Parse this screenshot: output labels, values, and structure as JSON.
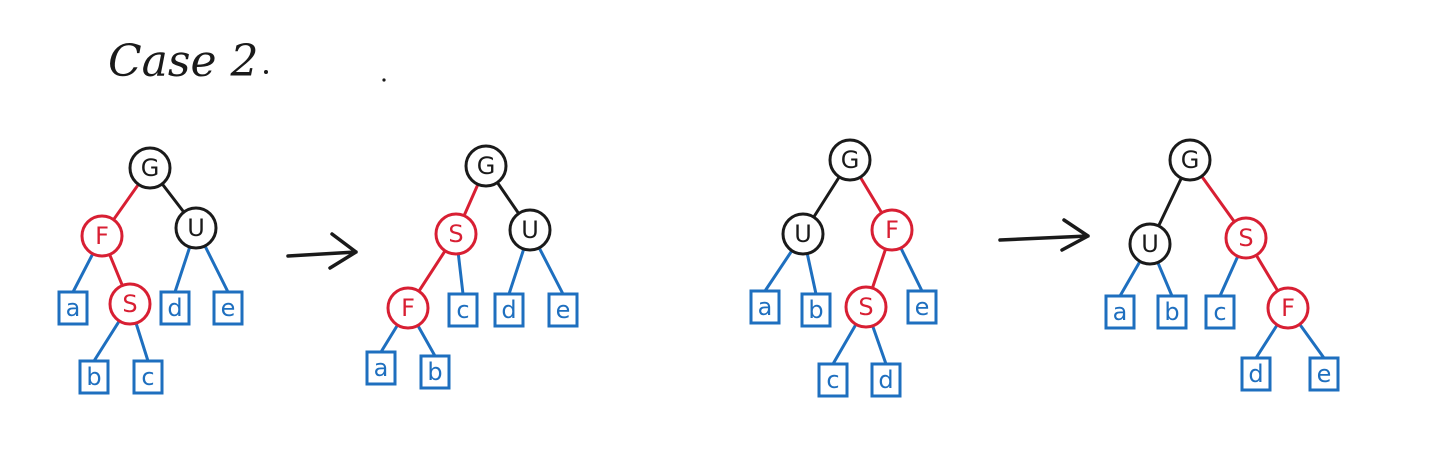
{
  "title": "Case 2",
  "colors": {
    "black": "#1a1a1a",
    "red": "#d81f33",
    "blue": "#1e6fbf"
  },
  "trees": [
    {
      "id": "tree1",
      "nodes": [
        {
          "id": "G",
          "label": "G",
          "color": "black",
          "kind": "circle"
        },
        {
          "id": "F",
          "label": "F",
          "color": "red",
          "kind": "circle"
        },
        {
          "id": "U",
          "label": "U",
          "color": "black",
          "kind": "circle"
        },
        {
          "id": "S",
          "label": "S",
          "color": "red",
          "kind": "circle"
        },
        {
          "id": "a",
          "label": "a",
          "color": "blue",
          "kind": "leaf"
        },
        {
          "id": "b",
          "label": "b",
          "color": "blue",
          "kind": "leaf"
        },
        {
          "id": "c",
          "label": "c",
          "color": "blue",
          "kind": "leaf"
        },
        {
          "id": "d",
          "label": "d",
          "color": "blue",
          "kind": "leaf"
        },
        {
          "id": "e",
          "label": "e",
          "color": "blue",
          "kind": "leaf"
        }
      ],
      "edges": [
        [
          "G",
          "F"
        ],
        [
          "G",
          "U"
        ],
        [
          "F",
          "a"
        ],
        [
          "F",
          "S"
        ],
        [
          "S",
          "b"
        ],
        [
          "S",
          "c"
        ],
        [
          "U",
          "d"
        ],
        [
          "U",
          "e"
        ]
      ]
    },
    {
      "id": "tree2",
      "nodes": [
        {
          "id": "G",
          "label": "G",
          "color": "black",
          "kind": "circle"
        },
        {
          "id": "S",
          "label": "S",
          "color": "red",
          "kind": "circle"
        },
        {
          "id": "U",
          "label": "U",
          "color": "black",
          "kind": "circle"
        },
        {
          "id": "F",
          "label": "F",
          "color": "red",
          "kind": "circle"
        },
        {
          "id": "c",
          "label": "c",
          "color": "blue",
          "kind": "leaf"
        },
        {
          "id": "d",
          "label": "d",
          "color": "blue",
          "kind": "leaf"
        },
        {
          "id": "e",
          "label": "e",
          "color": "blue",
          "kind": "leaf"
        },
        {
          "id": "a",
          "label": "a",
          "color": "blue",
          "kind": "leaf"
        },
        {
          "id": "b",
          "label": "b",
          "color": "blue",
          "kind": "leaf"
        }
      ],
      "edges": [
        [
          "G",
          "S"
        ],
        [
          "G",
          "U"
        ],
        [
          "S",
          "F"
        ],
        [
          "S",
          "c"
        ],
        [
          "F",
          "a"
        ],
        [
          "F",
          "b"
        ],
        [
          "U",
          "d"
        ],
        [
          "U",
          "e"
        ]
      ]
    },
    {
      "id": "tree3",
      "nodes": [
        {
          "id": "G",
          "label": "G",
          "color": "black",
          "kind": "circle"
        },
        {
          "id": "U",
          "label": "U",
          "color": "black",
          "kind": "circle"
        },
        {
          "id": "F",
          "label": "F",
          "color": "red",
          "kind": "circle"
        },
        {
          "id": "S",
          "label": "S",
          "color": "red",
          "kind": "circle"
        },
        {
          "id": "a",
          "label": "a",
          "color": "blue",
          "kind": "leaf"
        },
        {
          "id": "b",
          "label": "b",
          "color": "blue",
          "kind": "leaf"
        },
        {
          "id": "e",
          "label": "e",
          "color": "blue",
          "kind": "leaf"
        },
        {
          "id": "c",
          "label": "c",
          "color": "blue",
          "kind": "leaf"
        },
        {
          "id": "d",
          "label": "d",
          "color": "blue",
          "kind": "leaf"
        }
      ],
      "edges": [
        [
          "G",
          "U"
        ],
        [
          "G",
          "F"
        ],
        [
          "U",
          "a"
        ],
        [
          "U",
          "b"
        ],
        [
          "F",
          "S"
        ],
        [
          "F",
          "e"
        ],
        [
          "S",
          "c"
        ],
        [
          "S",
          "d"
        ]
      ]
    },
    {
      "id": "tree4",
      "nodes": [
        {
          "id": "G",
          "label": "G",
          "color": "black",
          "kind": "circle"
        },
        {
          "id": "U",
          "label": "U",
          "color": "black",
          "kind": "circle"
        },
        {
          "id": "S",
          "label": "S",
          "color": "red",
          "kind": "circle"
        },
        {
          "id": "F",
          "label": "F",
          "color": "red",
          "kind": "circle"
        },
        {
          "id": "a",
          "label": "a",
          "color": "blue",
          "kind": "leaf"
        },
        {
          "id": "b",
          "label": "b",
          "color": "blue",
          "kind": "leaf"
        },
        {
          "id": "c",
          "label": "c",
          "color": "blue",
          "kind": "leaf"
        },
        {
          "id": "d",
          "label": "d",
          "color": "blue",
          "kind": "leaf"
        },
        {
          "id": "e",
          "label": "e",
          "color": "blue",
          "kind": "leaf"
        }
      ],
      "edges": [
        [
          "G",
          "U"
        ],
        [
          "G",
          "S"
        ],
        [
          "U",
          "a"
        ],
        [
          "U",
          "b"
        ],
        [
          "S",
          "c"
        ],
        [
          "S",
          "F"
        ],
        [
          "F",
          "d"
        ],
        [
          "F",
          "e"
        ]
      ]
    }
  ],
  "transitions": [
    {
      "from": "tree1",
      "to": "tree2",
      "symbol": "arrow"
    },
    {
      "from": "tree3",
      "to": "tree4",
      "symbol": "arrow"
    }
  ]
}
